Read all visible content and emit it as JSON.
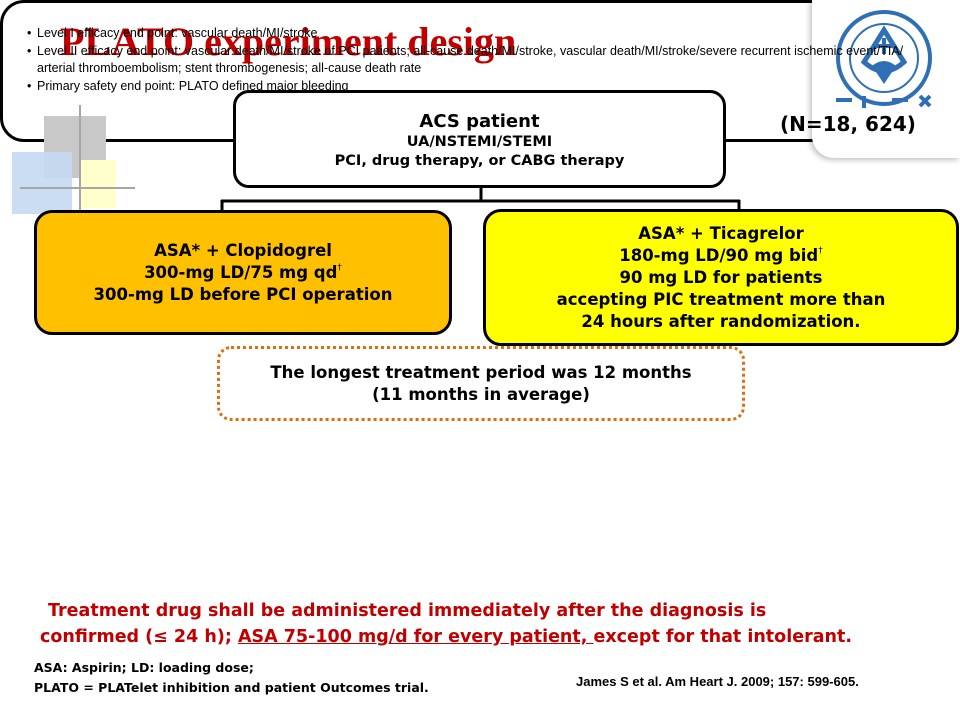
{
  "title": "PLATO experiment design",
  "sample_size": "(N=18, 624)",
  "acs_box": {
    "line1": "ACS patient",
    "line2": "UA/NSTEMI/STEMI",
    "line3": "PCI, drug therapy, or CABG therapy"
  },
  "clopidogrel_arm": {
    "line1": "ASA* + Clopidogrel",
    "line2": "300-mg LD/75 mg qd",
    "line2_mark": "†",
    "line3": "300-mg LD before PCI operation"
  },
  "ticagrelor_arm": {
    "line1": "ASA* + Ticagrelor",
    "line2": "180-mg LD/90 mg bid",
    "line2_mark": "†",
    "line3": "90 mg LD for patients",
    "line4": "accepting PIC treatment more than",
    "line5": "24 hours after randomization."
  },
  "period_box": {
    "line1": "The longest treatment period was 12 months",
    "line2": "(11 months in average)"
  },
  "endpoints": [
    "Level I efficacy end point: vascular death/MI/stroke",
    "Level II efficacy end point: vascular death/MI/stroke of PCI patients; all-cause death/MI/stroke, vascular death/MI/stroke/severe recurrent ischemic event/TIA/ arterial thromboembolism; stent thrombogenesis; all-cause death rate",
    "Primary safety end point: PLATO defined major bleeding"
  ],
  "note": {
    "line1": "Treatment drug shall be administered immediately after the diagnosis is",
    "line2_start": "confirmed (≤ 24 h); ",
    "line2_underlined": "ASA 75-100 mg/d for every patient, ",
    "line2_end": "except for that intolerant."
  },
  "abbreviations": {
    "line1": "ASA: Aspirin;  LD:  loading dose;",
    "line2": "PLATO = PLATelet inhibition and patient Outcomes trial."
  },
  "reference": "James S et al. Am Heart J. 2009; 157: 599-605.",
  "colors": {
    "title": "#c00000",
    "clopidogrel_fill": "#ffc000",
    "ticagrelor_fill": "#ffff00",
    "period_border": "#e26b0a",
    "logo_blue": "#2f6fb5"
  }
}
